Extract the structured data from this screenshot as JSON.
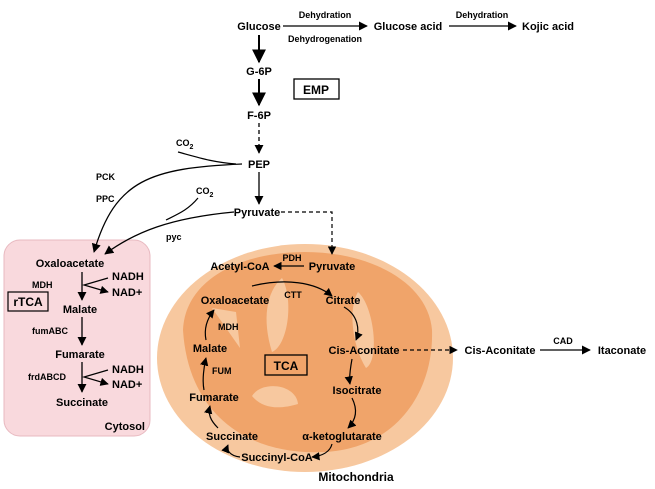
{
  "top": {
    "glucose": "Glucose",
    "glucose_acid": "Glucose acid",
    "kojic_acid": "Kojic acid",
    "dehydration_1": "Dehydration",
    "dehydrogenation": "Dehydrogenation",
    "dehydration_2": "Dehydration"
  },
  "emp": {
    "g6p": "G-6P",
    "f6p": "F-6P",
    "pep": "PEP",
    "pyruvate": "Pyruvate",
    "label": "EMP",
    "co2_1": "CO",
    "co2_2": "CO",
    "co2_sub": "2",
    "pck": "PCK",
    "ppc": "PPC",
    "pyc": "pyc"
  },
  "cytosol": {
    "title": "Cytosol",
    "box_label": "rTCA",
    "oxaloacetate": "Oxaloacetate",
    "mdh": "MDH",
    "nadh_1": "NADH",
    "nad_1": "NAD+",
    "malate": "Malate",
    "fumabc": "fumABC",
    "fumarate": "Fumarate",
    "frdabcd": "frdABCD",
    "nadh_2": "NADH",
    "nad_2": "NAD+",
    "succinate": "Succinate"
  },
  "mito": {
    "title": "Mitochondria",
    "box_label": "TCA",
    "acetyl_coa": "Acetyl-CoA",
    "pdh": "PDH",
    "pyruvate": "Pyruvate",
    "oxaloacetate": "Oxaloacetate",
    "ctt": "CTT",
    "citrate": "Citrate",
    "mdh": "MDH",
    "malate": "Malate",
    "cis_aconitate": "Cis-Aconitate",
    "fum": "FUM",
    "fumarate": "Fumarate",
    "isocitrate": "Isocitrate",
    "succinate": "Succinate",
    "akg": "α-ketoglutarate",
    "succinyl_coa": "Succinyl-CoA"
  },
  "ext": {
    "cis_aconitate": "Cis-Aconitate",
    "cad": "CAD",
    "itaconate": "Itaconate"
  },
  "colors": {
    "cytosol_fill": "#f9d9dd",
    "cytosol_stroke": "#e8b9c0",
    "mito_outer": "#f7c89f",
    "mito_inner": "#f0a46a",
    "mito_cristae": "#f7c89f"
  }
}
